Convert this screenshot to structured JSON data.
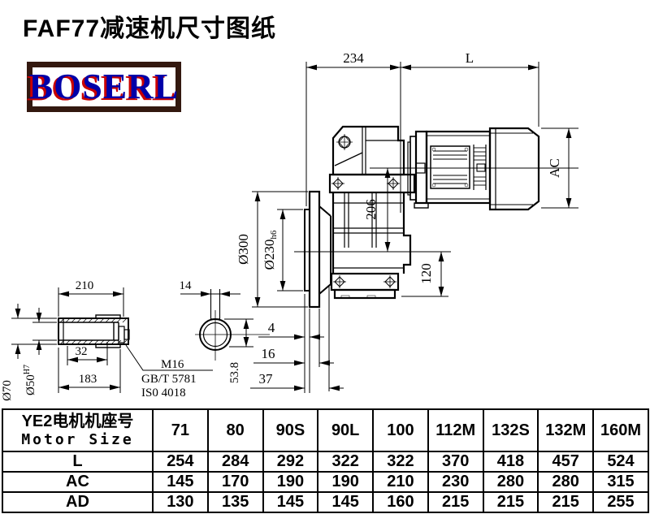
{
  "header": {
    "title": "FAF77减速机尺寸图纸",
    "logo_text": "BOSERL"
  },
  "colors": {
    "line": "#000000",
    "logo_text": "#0000a8",
    "logo_shadow": "#c80000",
    "logo_border": "#33180f"
  },
  "drawing": {
    "dims": {
      "d234": "234",
      "L": "L",
      "AC": "AC",
      "d206": "206",
      "d120": "120",
      "d300": "Ø300",
      "d230": "Ø230",
      "d230_tol": "h6",
      "d4": "4",
      "d16": "16",
      "d37": "37",
      "d53_8": "53.8",
      "d210": "210",
      "d14": "14",
      "d70": "Ø70",
      "d50": "Ø50",
      "d50_tol": "H7",
      "d32": "32",
      "d183": "183",
      "callout_line1": "M16",
      "callout_line2": "GB/T 5781",
      "callout_line3": "IS0 4018"
    }
  },
  "table": {
    "header_cn": "YE2电机机座号",
    "header_en": "Motor Size",
    "columns": [
      "71",
      "80",
      "90S",
      "90L",
      "100",
      "112M",
      "132S",
      "132M",
      "160M"
    ],
    "rows": [
      {
        "label": "L",
        "values": [
          "254",
          "284",
          "292",
          "322",
          "322",
          "370",
          "418",
          "457",
          "524"
        ]
      },
      {
        "label": "AC",
        "values": [
          "145",
          "170",
          "190",
          "190",
          "210",
          "230",
          "280",
          "280",
          "315"
        ]
      },
      {
        "label": "AD",
        "values": [
          "130",
          "135",
          "145",
          "145",
          "160",
          "215",
          "215",
          "215",
          "255"
        ]
      }
    ]
  }
}
